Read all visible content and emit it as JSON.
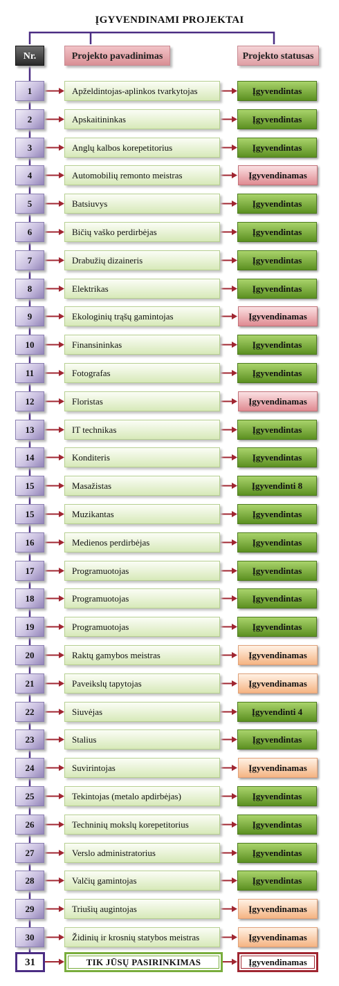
{
  "title": "ĮGYVENDINAMI PROJEKTAI",
  "headers": {
    "nr": "Nr.",
    "name": "Projekto pavadinimas",
    "status": "Projekto statusas"
  },
  "colors": {
    "connector_purple": "#4b2d83",
    "arrow_red": "#a02631",
    "status_green": "#5c9021",
    "status_red": "#e08b92",
    "status_orange": "#f5b483"
  },
  "rows": [
    {
      "nr": "1",
      "name": "Apželdintojas-aplinkos tvarkytojas",
      "status": "Įgyvendintas",
      "color": "green"
    },
    {
      "nr": "2",
      "name": "Apskaitininkas",
      "status": "Įgyvendintas",
      "color": "green"
    },
    {
      "nr": "3",
      "name": "Anglų kalbos korepetitorius",
      "status": "Įgyvendintas",
      "color": "green"
    },
    {
      "nr": "4",
      "name": "Automobilių remonto meistras",
      "status": "Įgyvendinamas",
      "color": "red"
    },
    {
      "nr": "5",
      "name": "Batsiuvys",
      "status": "Įgyvendintas",
      "color": "green"
    },
    {
      "nr": "6",
      "name": "Bičių vaško perdirbėjas",
      "status": "Įgyvendintas",
      "color": "green"
    },
    {
      "nr": "7",
      "name": "Drabužių dizaineris",
      "status": "Įgyvendintas",
      "color": "green"
    },
    {
      "nr": "8",
      "name": "Elektrikas",
      "status": "Įgyvendintas",
      "color": "green"
    },
    {
      "nr": "9",
      "name": "Ekologinių trąšų gamintojas",
      "status": "Įgyvendinamas",
      "color": "red"
    },
    {
      "nr": "10",
      "name": "Finansininkas",
      "status": "Įgyvendintas",
      "color": "green"
    },
    {
      "nr": "11",
      "name": "Fotografas",
      "status": "Įgyvendintas",
      "color": "green"
    },
    {
      "nr": "12",
      "name": "Floristas",
      "status": "Įgyvendinamas",
      "color": "red"
    },
    {
      "nr": "13",
      "name": "IT technikas",
      "status": "Įgyvendintas",
      "color": "green"
    },
    {
      "nr": "14",
      "name": "Konditeris",
      "status": "Įgyvendintas",
      "color": "green"
    },
    {
      "nr": "15",
      "name": "Masažistas",
      "status": "Įgyvendinti 8",
      "color": "green"
    },
    {
      "nr": "15",
      "name": "Muzikantas",
      "status": "Įgyvendintas",
      "color": "green"
    },
    {
      "nr": "16",
      "name": "Medienos perdirbėjas",
      "status": "Įgyvendintas",
      "color": "green"
    },
    {
      "nr": "17",
      "name": "Programuotojas",
      "status": "Įgyvendintas",
      "color": "green"
    },
    {
      "nr": "18",
      "name": "Programuotojas",
      "status": "Įgyvendintas",
      "color": "green"
    },
    {
      "nr": "19",
      "name": "Programuotojas",
      "status": "Įgyvendintas",
      "color": "green"
    },
    {
      "nr": "20",
      "name": "Raktų gamybos meistras",
      "status": "Įgyvendinamas",
      "color": "orange"
    },
    {
      "nr": "21",
      "name": "Paveikslų tapytojas",
      "status": "Įgyvendinamas",
      "color": "orange"
    },
    {
      "nr": "22",
      "name": "Siuvėjas",
      "status": "Įgyvendinti 4",
      "color": "green"
    },
    {
      "nr": "23",
      "name": "Stalius",
      "status": "Įgyvendintas",
      "color": "green"
    },
    {
      "nr": "24",
      "name": "Suvirintojas",
      "status": "Įgyvendinamas",
      "color": "orange"
    },
    {
      "nr": "25",
      "name": "Tekintojas (metalo apdirbėjas)",
      "status": "Įgyvendintas",
      "color": "green"
    },
    {
      "nr": "26",
      "name": "Techninių mokslų korepetitorius",
      "status": "Įgyvendintas",
      "color": "green"
    },
    {
      "nr": "27",
      "name": "Verslo administratorius",
      "status": "Įgyvendintas",
      "color": "green"
    },
    {
      "nr": "28",
      "name": "Valčių gamintojas",
      "status": "Įgyvendintas",
      "color": "green"
    },
    {
      "nr": "29",
      "name": "Triušių augintojas",
      "status": "Įgyvendinamas",
      "color": "orange"
    },
    {
      "nr": "30",
      "name": "Židinių ir krosnių statybos meistras",
      "status": "Įgyvendinamas",
      "color": "orange"
    }
  ],
  "final_row": {
    "nr": "31",
    "name": "TIK JŪSŲ PASIRINKIMAS",
    "status": "Įgyvendinamas"
  }
}
